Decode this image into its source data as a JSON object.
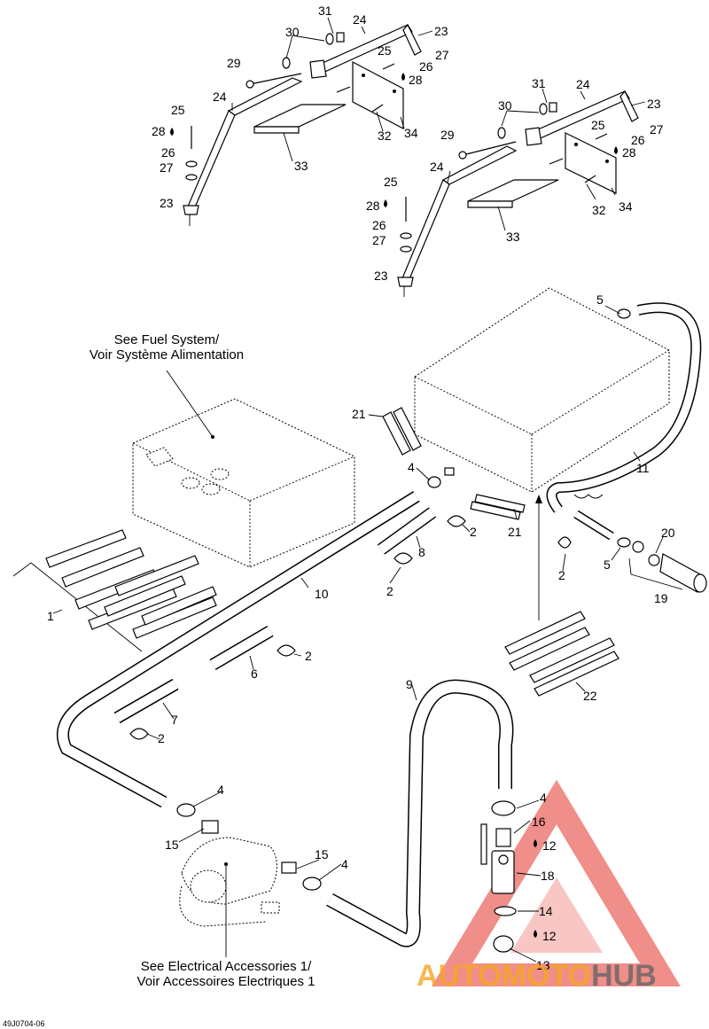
{
  "notes": {
    "fuel_line1": "See Fuel System/",
    "fuel_line2": "Voir Système Alimentation",
    "elec_line1": "See Electrical Accessories 1/",
    "elec_line2": "Voir Accessoires Electriques 1"
  },
  "figure_code": "49J0704-06",
  "watermark": {
    "auto": "AUTOMOTO",
    "hub": "HUB",
    "color_red": "#e5332a",
    "color_orange": "#f5a623",
    "color_gray": "#666666"
  },
  "labels": {
    "l31a": "31",
    "l24a": "24",
    "l23a": "23",
    "l30a": "30",
    "l27a": "27",
    "l25a": "25",
    "l26a": "26",
    "l28a": "28",
    "l29a": "29",
    "l24b": "24",
    "l25b": "25",
    "l28b": "28",
    "l32a": "32",
    "l34a": "34",
    "l33a": "33",
    "l26b": "26",
    "l27b": "27",
    "l23b": "23",
    "l31c": "31",
    "l24c": "24",
    "l30c": "30",
    "l23c": "23",
    "l25c": "25",
    "l27c": "27",
    "l26c": "26",
    "l29c": "29",
    "l28c": "28",
    "l24d": "24",
    "l25d": "25",
    "l28d": "28",
    "l32c": "32",
    "l34c": "34",
    "l26d": "26",
    "l33c": "33",
    "l27d": "27",
    "l23d": "23",
    "l5a": "5",
    "l21a": "21",
    "l4a": "4",
    "l11": "11",
    "l2a": "2",
    "l21b": "21",
    "l8": "8",
    "l20": "20",
    "l2b": "2",
    "l5b": "5",
    "l2c": "2",
    "l10": "10",
    "l19": "19",
    "l1": "1",
    "l2d": "2",
    "l6": "6",
    "l22": "22",
    "l9": "9",
    "l7": "7",
    "l2e": "2",
    "l4b": "4",
    "l15a": "15",
    "l4c": "4",
    "l16": "16",
    "l12a": "12",
    "l15b": "15",
    "l4d": "4",
    "l18": "18",
    "l14": "14",
    "l12b": "12",
    "l13": "13"
  }
}
